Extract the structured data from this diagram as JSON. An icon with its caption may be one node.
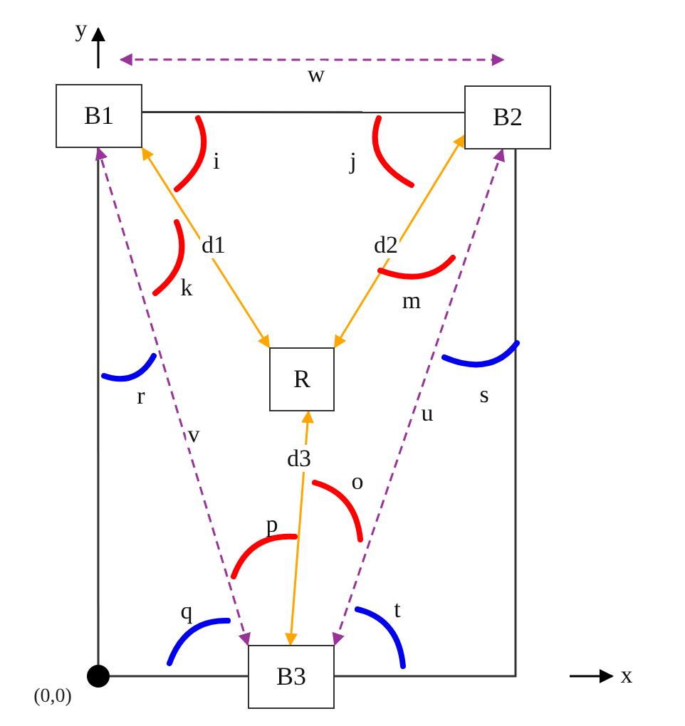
{
  "diagram": {
    "nodes": [
      {
        "text": [
          "B1"
        ]
      },
      {
        "text": [
          "B2"
        ]
      },
      {
        "text": [
          "R"
        ]
      },
      {
        "text": [
          "B3"
        ]
      },
      {
        "text": [],
        "shape": "circle",
        "beside": [
          "(0,0)"
        ]
      }
    ],
    "edges": [
      {
        "from": 0,
        "to": 1,
        "arrow": "none"
      },
      {
        "from": 0,
        "to": 4,
        "arrow": "none"
      },
      {
        "from": 4,
        "to": 3,
        "arrow": "none"
      },
      {
        "from": 1,
        "to": 3,
        "arrow": "none"
      },
      {
        "from": 0,
        "to": 2,
        "arrow": "both",
        "label": "d1",
        "color": "#ffa500"
      },
      {
        "from": 1,
        "to": 2,
        "arrow": "both",
        "label": "d2",
        "color": "#ffa500"
      },
      {
        "from": 2,
        "to": 3,
        "arrow": "both",
        "label": "d3",
        "color": "#ffa500"
      },
      {
        "from": 3,
        "to": 0,
        "arrow": "both",
        "label": "v",
        "style": "dashed",
        "color": "#993399"
      },
      {
        "from": 1,
        "to": 3,
        "arrow": "both",
        "label": "u",
        "style": "dashed",
        "color": "#993399"
      },
      {
        "from": 0,
        "to": 1,
        "arrow": "both",
        "label": "w",
        "style": "dashed",
        "color": "#993399"
      }
    ],
    "labels": [
      "y",
      "i",
      "j",
      "k",
      "m",
      "r",
      "s",
      "o",
      "p",
      "q",
      "t",
      "x"
    ]
  }
}
